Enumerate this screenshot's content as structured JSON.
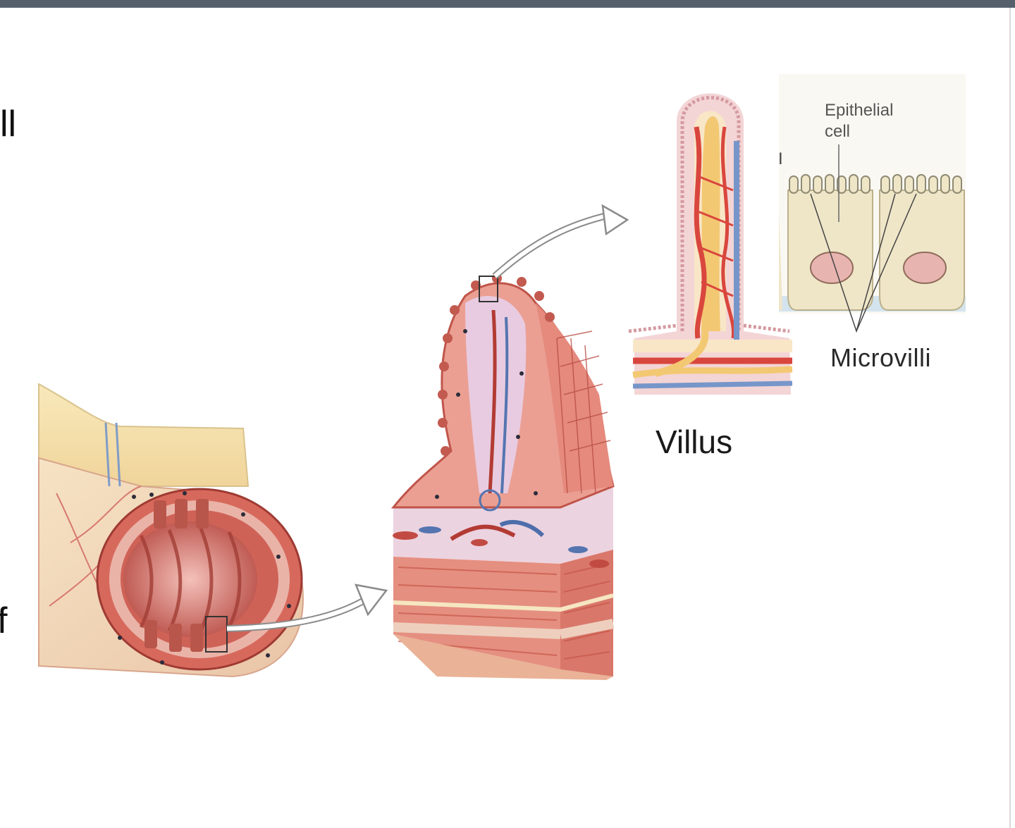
{
  "slide": {
    "left_fragment_top": "ll",
    "left_fragment_bottom": "f",
    "tick_mark": "I"
  },
  "labels": {
    "villus": "Villus",
    "microvilli": "Microvilli",
    "epithelial_line1": "Epithelial",
    "epithelial_line2": "cell"
  },
  "colors": {
    "topbar": "#56606c",
    "tissue_red": "#c9564a",
    "tissue_pink": "#e9a59b",
    "fat_yellow": "#f3dca6",
    "vein_blue": "#6e8fc4",
    "cell_beige": "#efe6c8",
    "nucleus": "#e8b4b0"
  }
}
